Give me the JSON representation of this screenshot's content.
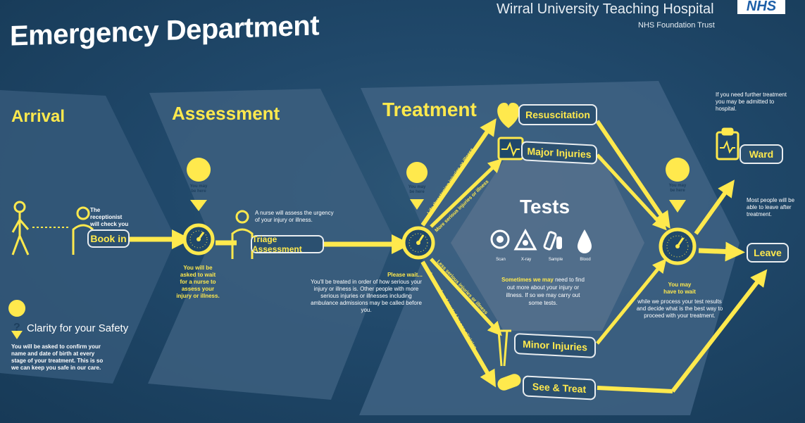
{
  "header": {
    "title": "Emergency Department",
    "org_name": "Wirral University Teaching Hospital",
    "org_badge": "NHS",
    "org_sub": "NHS Foundation Trust"
  },
  "stages": {
    "arrival": "Arrival",
    "assessment": "Assessment",
    "treatment": "Treatment"
  },
  "arrival": {
    "receptionist_note": "The receptionist will check you in.",
    "book_in": "Book in",
    "wait_badge": "You may be here",
    "wait_note": "You will be asked to wait for a nurse to assess your injury or illness."
  },
  "assessment": {
    "nurse_note": "A nurse will assess the urgency of your injury or illness.",
    "triage": "Triage Assessment",
    "wait_badge": "You may be here",
    "wait_title": "Please wait...",
    "wait_note": "You'll be treated in order of how serious your injury or illness is. Other people with more serious injuries or illnesses including ambulance admissions may be called before you."
  },
  "treatment": {
    "resuscitation": "Resuscitation",
    "major_injuries": "Major Injuries",
    "minor_injuries": "Minor Injuries",
    "see_treat": "See & Treat"
  },
  "tests": {
    "title": "Tests",
    "items": [
      "Scan",
      "X-ray",
      "Sample",
      "Blood"
    ],
    "note_highlight": "Sometimes we may",
    "note_rest": "need to find out more about your injury or illness. If so we may carry out some tests."
  },
  "exit": {
    "wait_badge": "You may be here",
    "wait_title": "You may have to wait",
    "wait_note": "while we process your test results and decide what is the best way to proceed with your treatment.",
    "ward_note": "If you need further treatment you may be admitted to hospital.",
    "ward": "Ward",
    "leave_note": "Most people will be able to leave after treatment.",
    "leave": "Leave"
  },
  "safety": {
    "title": "Clarity for your Safety",
    "note": "You will be asked to confirm your name and date of birth at every stage of your treatment. This is so we can keep you safe in our care."
  },
  "colors": {
    "accent": "#ffe94d",
    "background": "#20486a",
    "panel": "#3d5f7e"
  }
}
